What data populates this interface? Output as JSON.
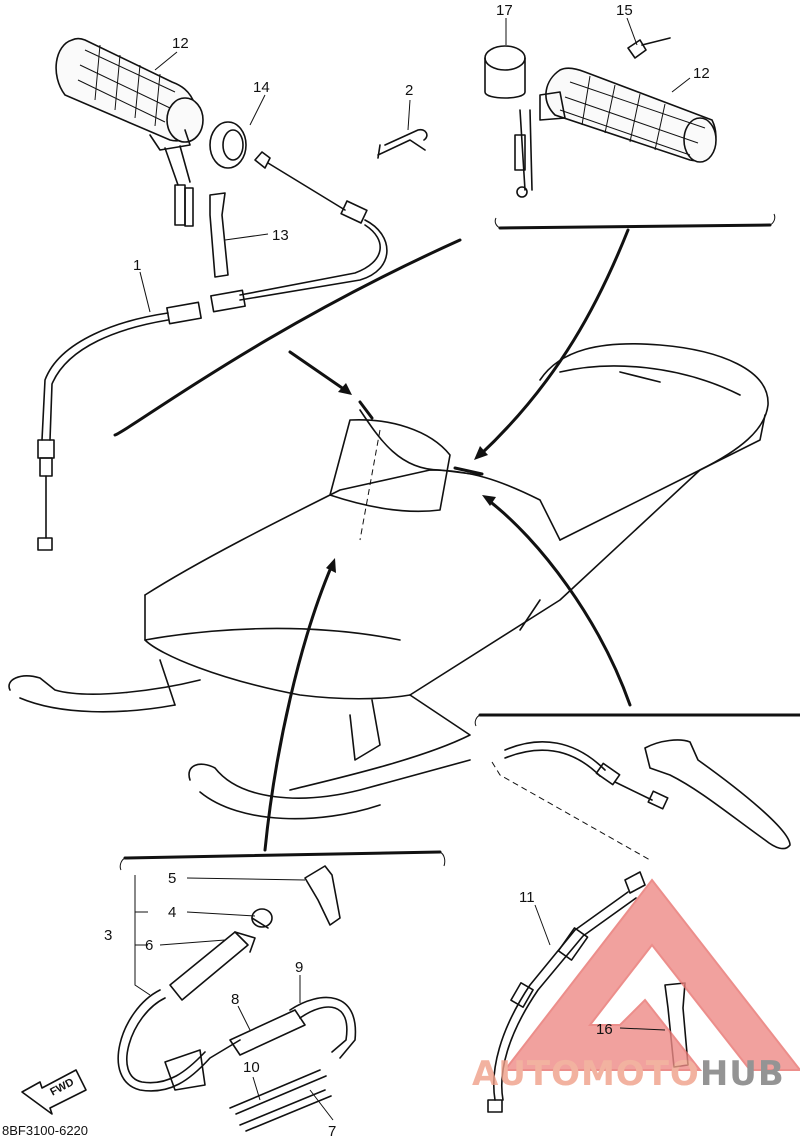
{
  "diagram": {
    "callouts": {
      "p1": "1",
      "p2": "2",
      "p3": "3",
      "p4": "4",
      "p5": "5",
      "p6": "6",
      "p7": "7",
      "p8": "8",
      "p9": "9",
      "p10": "10",
      "p11": "11",
      "p12a": "12",
      "p12b": "12",
      "p13": "13",
      "p14": "14",
      "p15": "15",
      "p16": "16",
      "p17": "17"
    },
    "direction_label": "FWD",
    "diagram_code": "8BF3100-6220"
  },
  "watermark": {
    "text_part1": "AUTOMOTO",
    "text_part2": "HUB",
    "color_primary": "#e8736f",
    "color_secondary": "#7a7a7a"
  }
}
